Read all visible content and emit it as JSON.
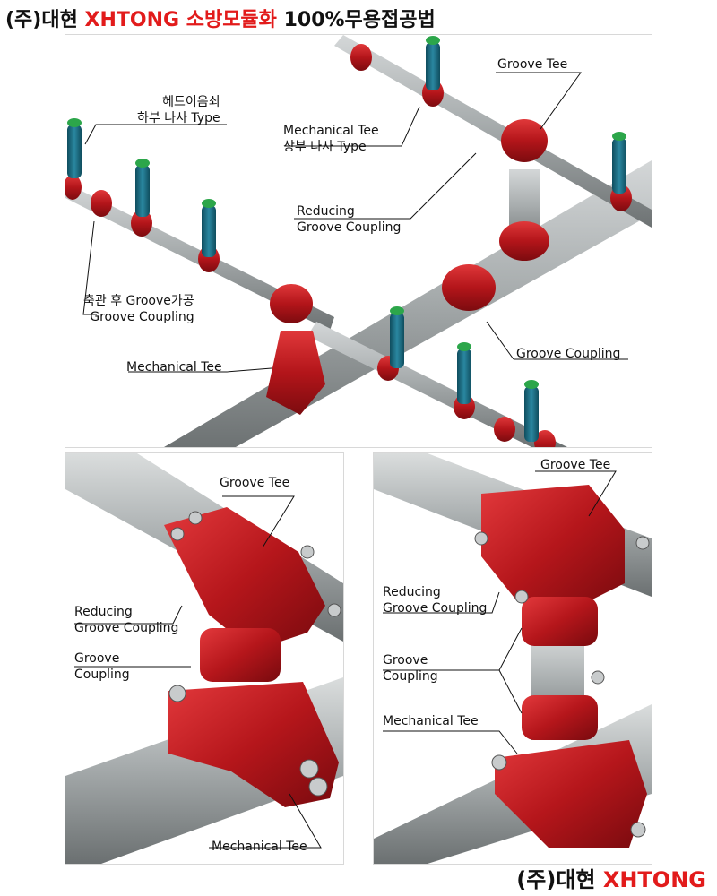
{
  "header": {
    "prefix": "(주)대현 ",
    "brand": "XHTONG 소방모듈화",
    "suffix": " 100%무용접공법"
  },
  "footer": {
    "prefix": "(주)대현 ",
    "brand": "XHTONG"
  },
  "colors": {
    "fitting_red": "#c4161c",
    "pipe_gray": "#9ea3a4",
    "sprinkler_teal": "#1a6e83",
    "sprinkler_green": "#2ca64a",
    "brand_red": "#e21b1b"
  },
  "main_labels": {
    "head_fitting": {
      "line1": "헤드이음쇠",
      "line2": "하부 나사 Type"
    },
    "mech_tee_top": {
      "line1": "Mechanical Tee",
      "line2": "상부 나사 Type"
    },
    "groove_tee": "Groove Tee",
    "reducing": {
      "line1": "Reducing",
      "line2": "Groove Coupling"
    },
    "after_groove": {
      "line1": "축관 후 Groove가공",
      "line2": "Groove Coupling"
    },
    "mech_tee": "Mechanical Tee",
    "groove_coupling": "Groove Coupling"
  },
  "left_labels": {
    "groove_tee": "Groove Tee",
    "reducing": {
      "line1": "Reducing",
      "line2": "Groove Coupling"
    },
    "groove": {
      "line1": "Groove",
      "line2": "Coupling"
    },
    "mech_tee": "Mechanical Tee"
  },
  "right_labels": {
    "groove_tee": "Groove Tee",
    "reducing": {
      "line1": "Reducing",
      "line2": "Groove Coupling"
    },
    "groove": {
      "line1": "Groove",
      "line2": "Coupling"
    },
    "mech_tee": "Mechanical Tee"
  }
}
